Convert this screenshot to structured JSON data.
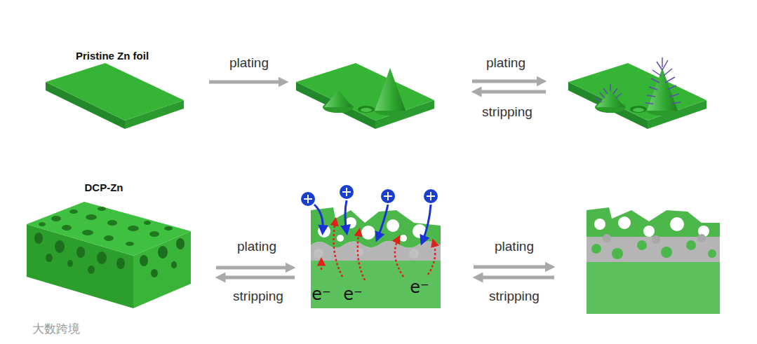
{
  "diagram": {
    "labels": [
      "Pristine Zn foil",
      "plating",
      "plating",
      "stripping",
      "DCP-Zn",
      "plating",
      "stripping",
      "e⁻",
      "e⁻",
      "e⁻",
      "plating",
      "stripping",
      "大数跨境"
    ]
  }
}
